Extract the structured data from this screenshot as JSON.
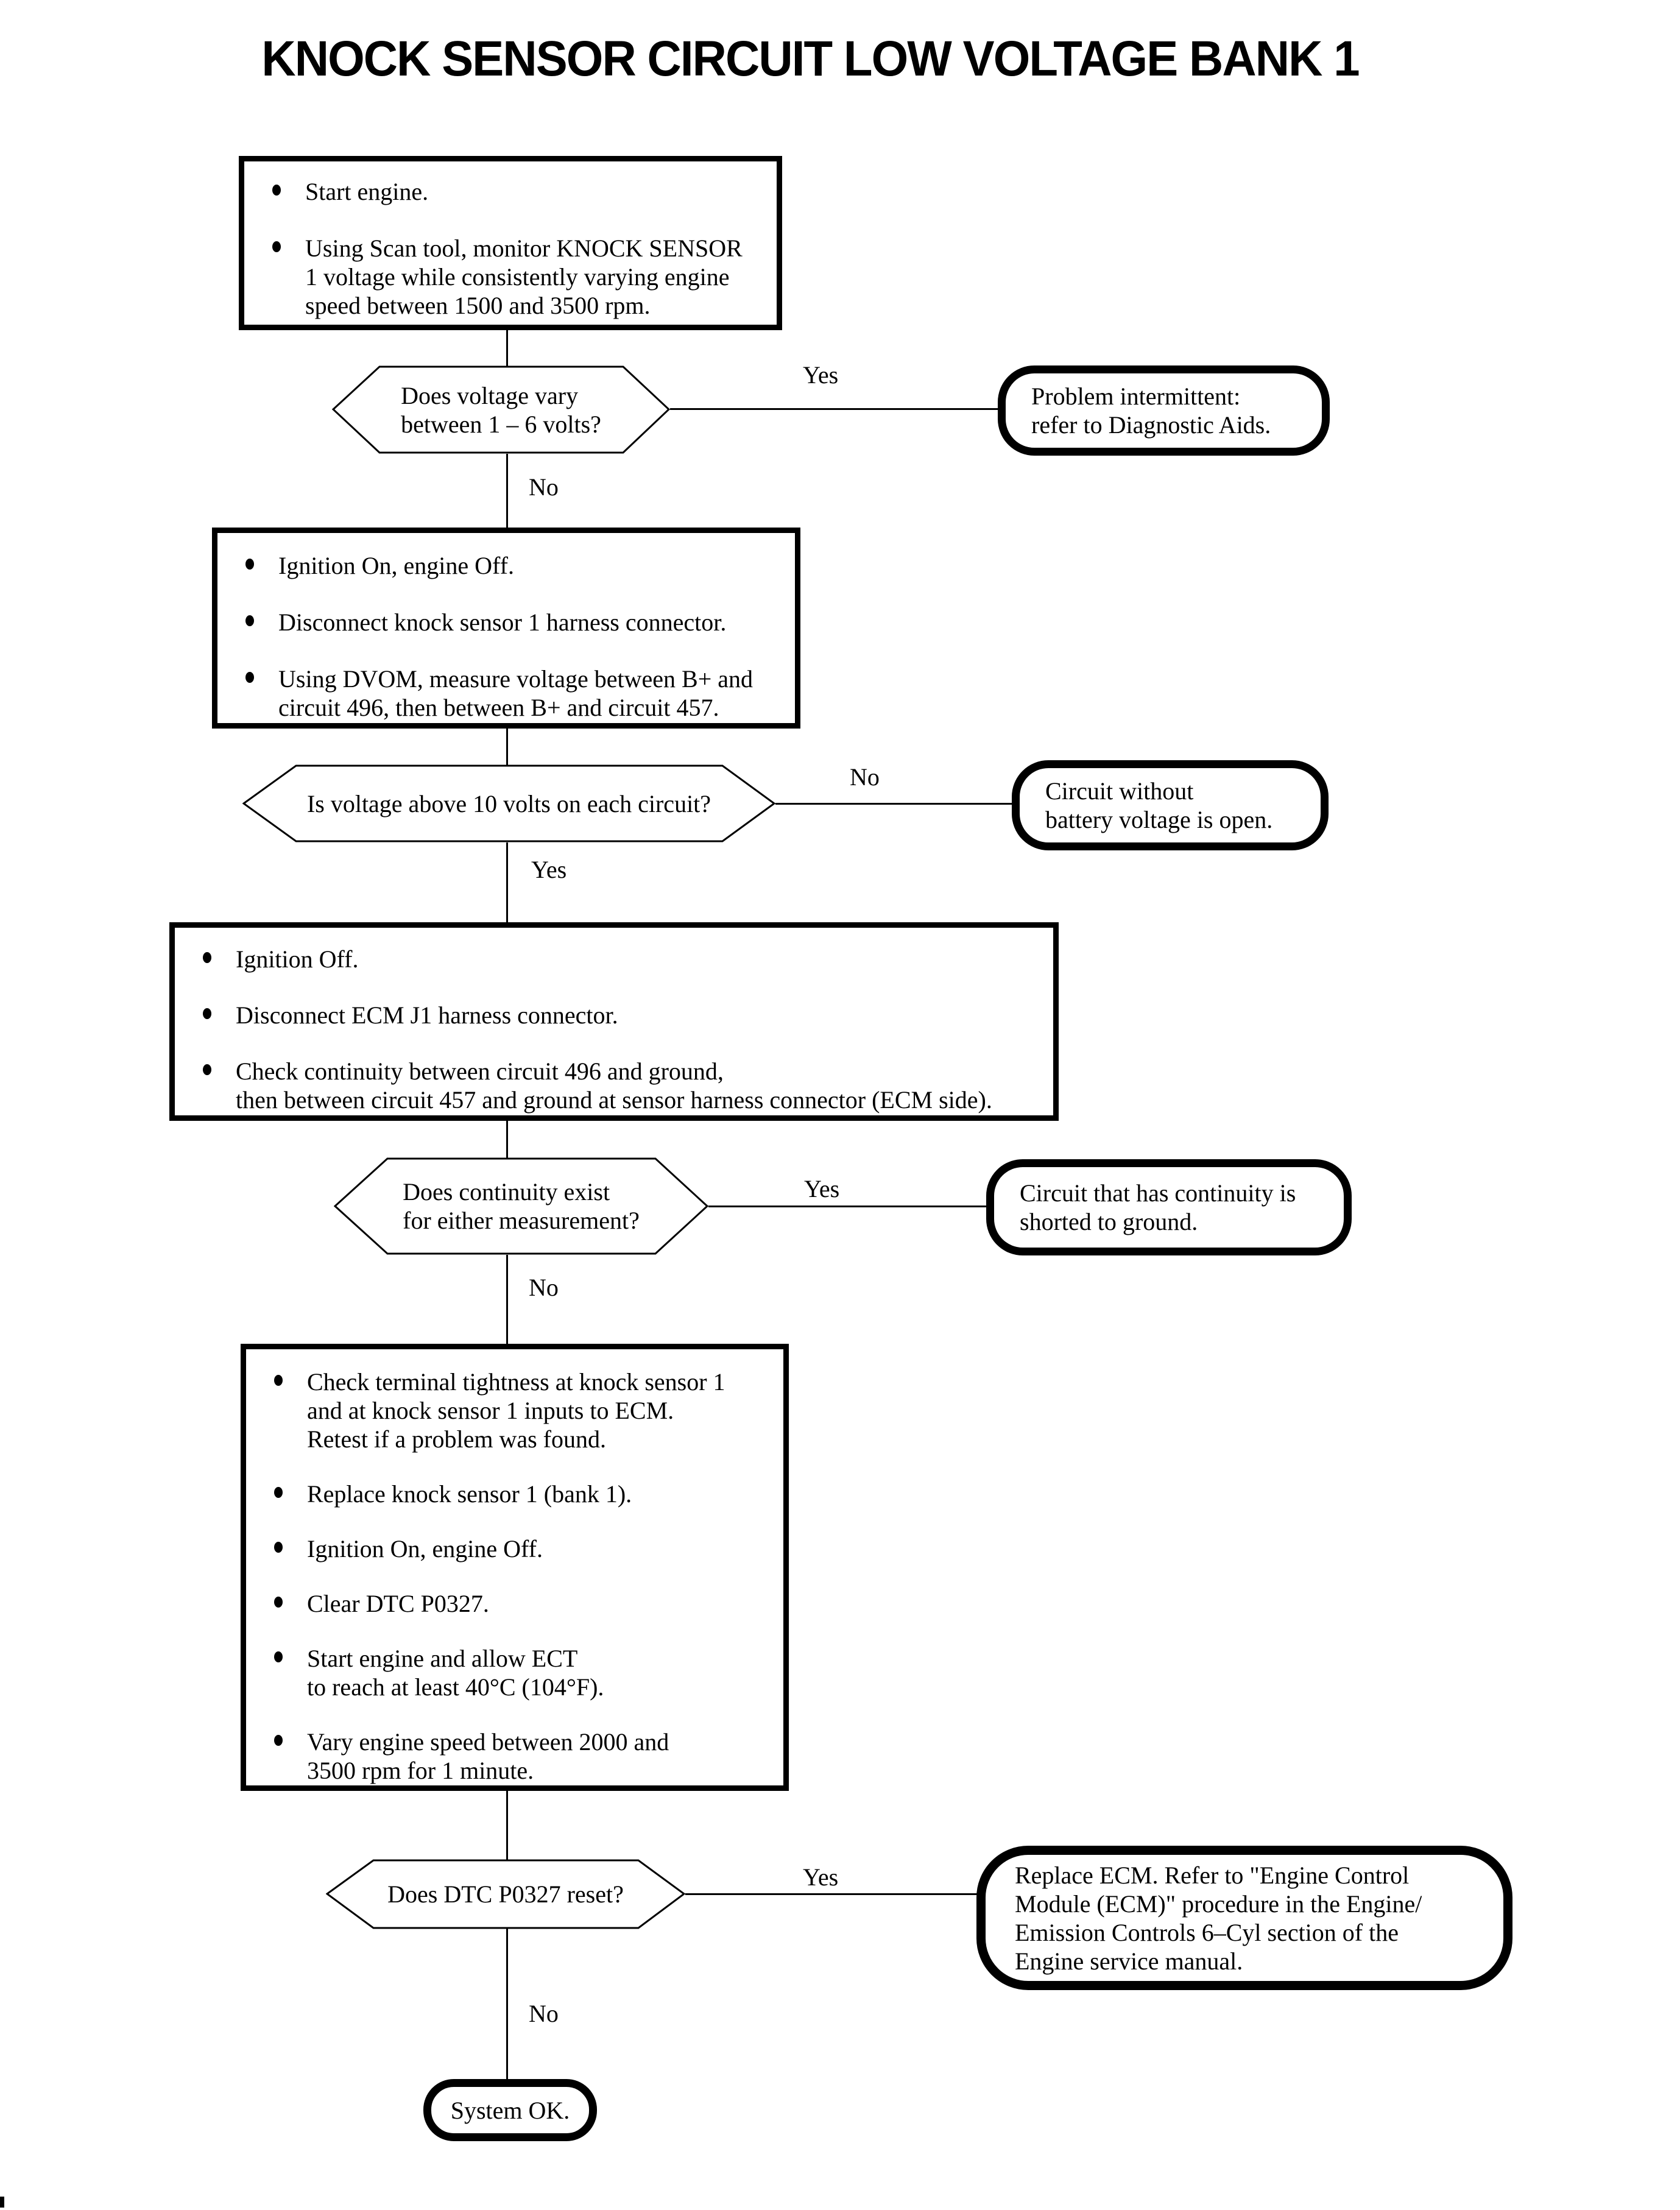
{
  "title": "KNOCK SENSOR CIRCUIT LOW VOLTAGE BANK 1",
  "colors": {
    "ink": "#000000",
    "background": "#ffffff"
  },
  "steps": {
    "box1": {
      "items": [
        "Start engine.",
        "Using Scan tool, monitor KNOCK SENSOR\n1 voltage while consistently varying engine\nspeed between 1500 and 3500 rpm."
      ]
    },
    "box2": {
      "items": [
        "Ignition On, engine Off.",
        "Disconnect knock sensor 1 harness connector.",
        "Using DVOM, measure voltage between B+ and\ncircuit 496, then between B+ and circuit 457."
      ]
    },
    "box3": {
      "items": [
        "Ignition Off.",
        "Disconnect ECM J1 harness connector.",
        "Check continuity between circuit 496 and ground,\nthen between circuit 457 and ground at sensor harness connector (ECM side)."
      ]
    },
    "box4": {
      "items": [
        "Check terminal tightness at knock sensor 1\nand at knock sensor 1 inputs to ECM.\nRetest if a problem was found.",
        "Replace knock sensor 1 (bank 1).",
        "Ignition On, engine Off.",
        "Clear DTC P0327.",
        "Start engine and allow ECT\nto reach at least 40°C (104°F).",
        "Vary engine speed between 2000 and\n3500 rpm for 1 minute."
      ]
    }
  },
  "decisions": {
    "d1": {
      "question": "Does voltage vary\nbetween 1 – 6 volts?",
      "yes_label": "Yes",
      "no_label": "No"
    },
    "d2": {
      "question": "Is voltage above 10 volts on each circuit?",
      "yes_label": "Yes",
      "no_label": "No"
    },
    "d3": {
      "question": "Does continuity exist\nfor either measurement?",
      "yes_label": "Yes",
      "no_label": "No"
    },
    "d4": {
      "question": "Does DTC P0327 reset?",
      "yes_label": "Yes",
      "no_label": "No"
    }
  },
  "terminals": {
    "t1": "Problem intermittent:\nrefer to Diagnostic Aids.",
    "t2": "Circuit without\nbattery voltage is open.",
    "t3": "Circuit that has continuity is\nshorted to ground.",
    "t4": "Replace ECM. Refer to \"Engine Control\nModule (ECM)\" procedure in the Engine/\nEmission Controls 6–Cyl section of the\nEngine service manual.",
    "t5": "System OK."
  }
}
